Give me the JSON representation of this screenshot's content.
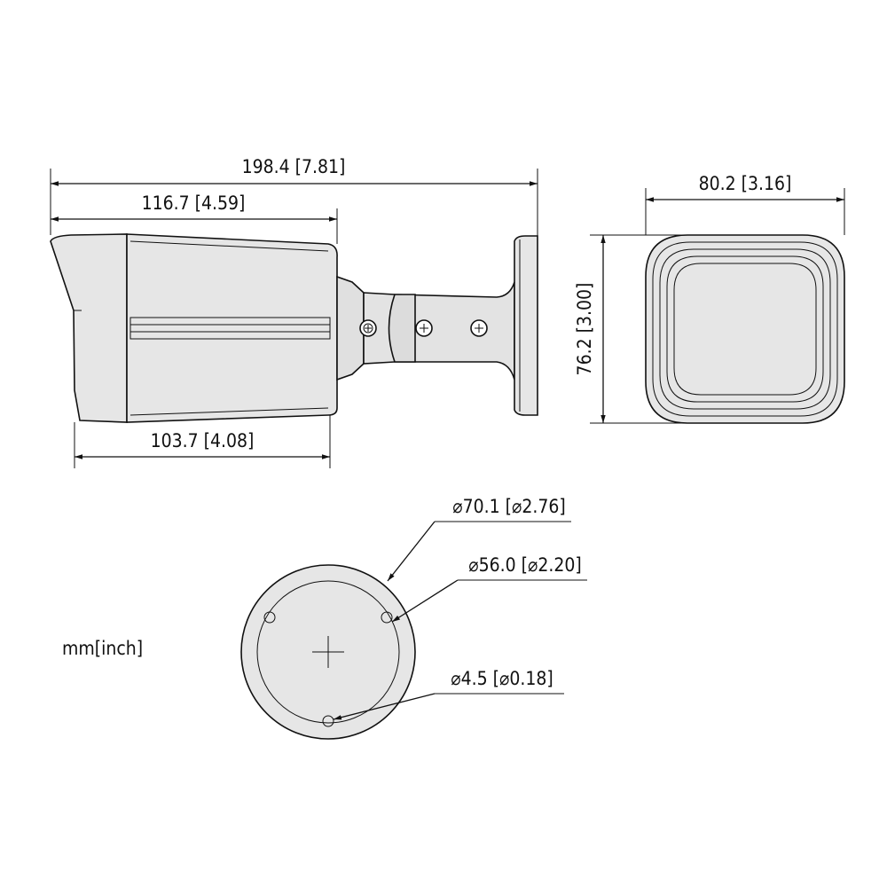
{
  "units_label": "mm[inch]",
  "dimensions": {
    "overall_length": "198.4 [7.81]",
    "housing_length": "116.7 [4.59]",
    "body_length": "103.7 [4.08]",
    "front_width": "80.2 [3.16]",
    "front_height": "76.2 [3.00]",
    "base_diameter": "⌀70.1 [⌀2.76]",
    "bolt_circle_diameter": "⌀56.0 [⌀2.20]",
    "hole_diameter": "⌀4.5 [⌀0.18]"
  },
  "colors": {
    "line": "#111111",
    "fill": "#e6e6e6",
    "fill_dark": "#d4d4d4",
    "background": "#ffffff"
  }
}
